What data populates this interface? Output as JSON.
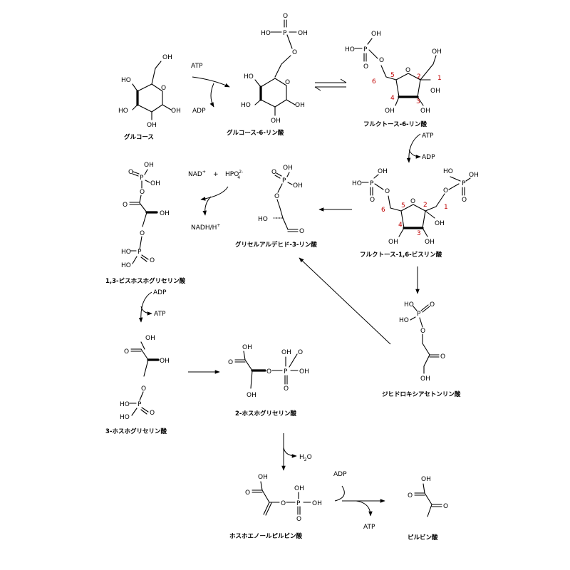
{
  "atoms": {
    "oh": "OH",
    "ho": "HO",
    "o": "O",
    "p": "P"
  },
  "compounds": {
    "glucose": "グルコース",
    "g6p": "グルコース-6-リン酸",
    "f6p": "フルクトース-6-リン酸",
    "f16bp": "フルクトース-1,6-ビスリン酸",
    "gap": "グリセルアルデヒド-3-リン酸",
    "dhap": "ジヒドロキシアセトンリン酸",
    "bpg13": "1,3-ビスホスホグリセリン酸",
    "pg3": "3-ホスホグリセリン酸",
    "pg2": "2-ホスホグリセリン酸",
    "pep": "ホスホエノールピルビン酸",
    "pyruvate": "ピルビン酸"
  },
  "cofactors": {
    "atp": "ATP",
    "adp": "ADP",
    "nad": "NAD",
    "nad_sup": "+",
    "plus": "+",
    "hpo": "HPO",
    "hpo_sub": "4",
    "hpo_sup": "2-",
    "nadh": "NADH/H",
    "nadh_sup": "+",
    "h2o_h": "H",
    "h2o_sub": "2",
    "h2o_o": "O"
  },
  "carbon_numbers": {
    "c1": "1",
    "c2": "2",
    "c3": "3",
    "c4": "4",
    "c5": "5",
    "c6": "6"
  },
  "colors": {
    "carbon_number": "#c00000",
    "ink": "#000000"
  }
}
